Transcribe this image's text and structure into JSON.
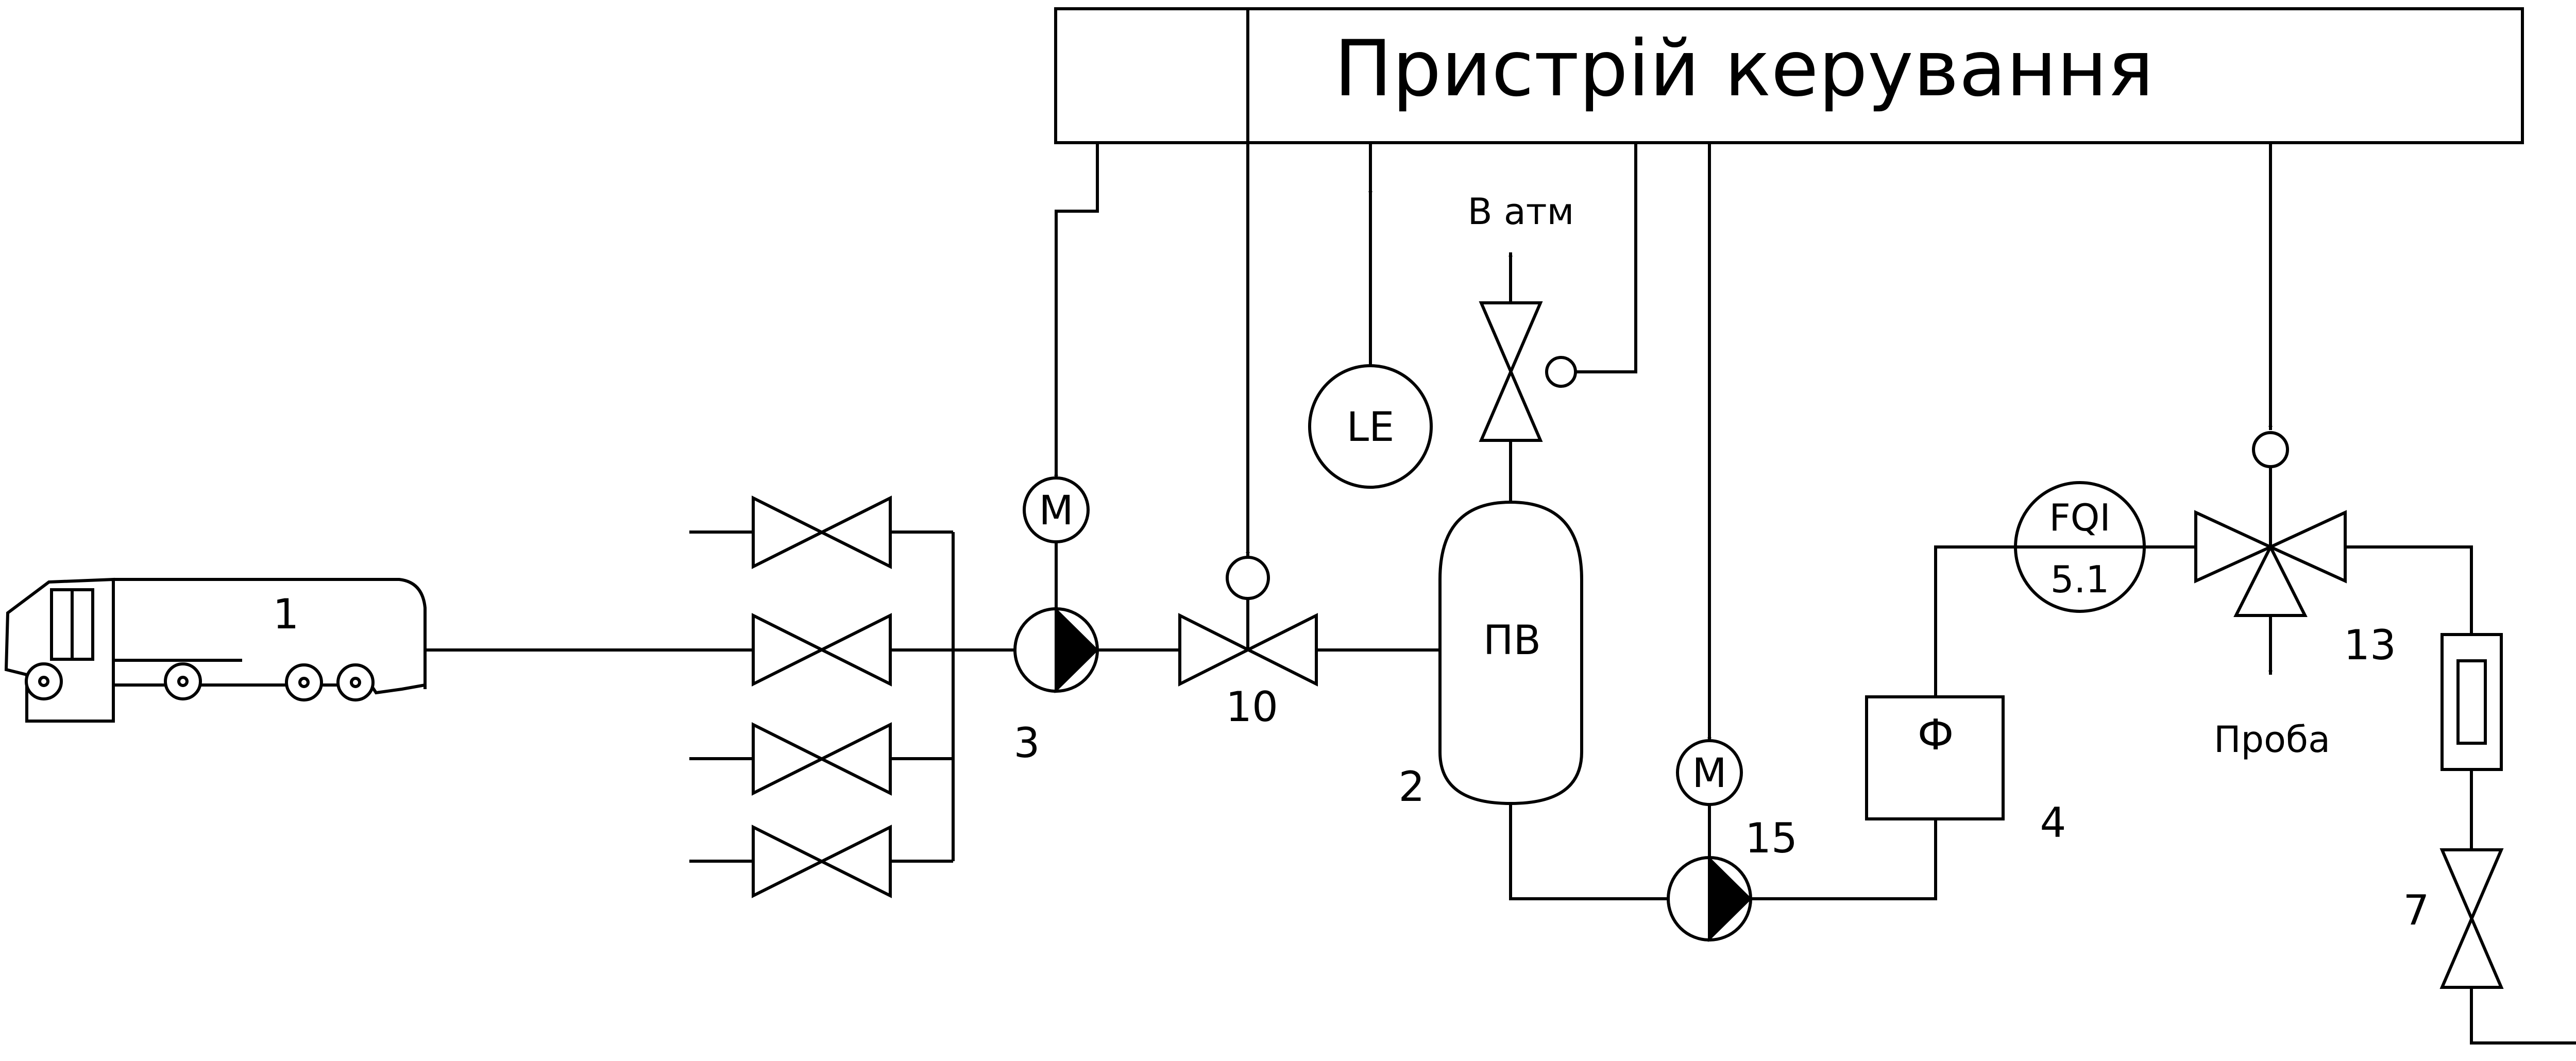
{
  "control_unit": {
    "label": "Пристрій керування"
  },
  "vent": {
    "label": "В атм"
  },
  "level_sensor": {
    "label": "LE"
  },
  "tank": {
    "label": "ПВ",
    "number": "2"
  },
  "truck": {
    "number": "1"
  },
  "pump_in": {
    "number": "3",
    "motor": "M"
  },
  "valve_in": {
    "number": "10"
  },
  "pump_out": {
    "number": "15",
    "motor": "M"
  },
  "filter": {
    "label": "Ф",
    "number": "4"
  },
  "flowmeter": {
    "line1": "FQI",
    "line2": "5.1"
  },
  "three_way_valve": {
    "number": "13"
  },
  "sample": {
    "label": "Проба"
  },
  "valve_out": {
    "number": "7"
  },
  "colors": {
    "line": "#000000",
    "background": "#ffffff"
  }
}
